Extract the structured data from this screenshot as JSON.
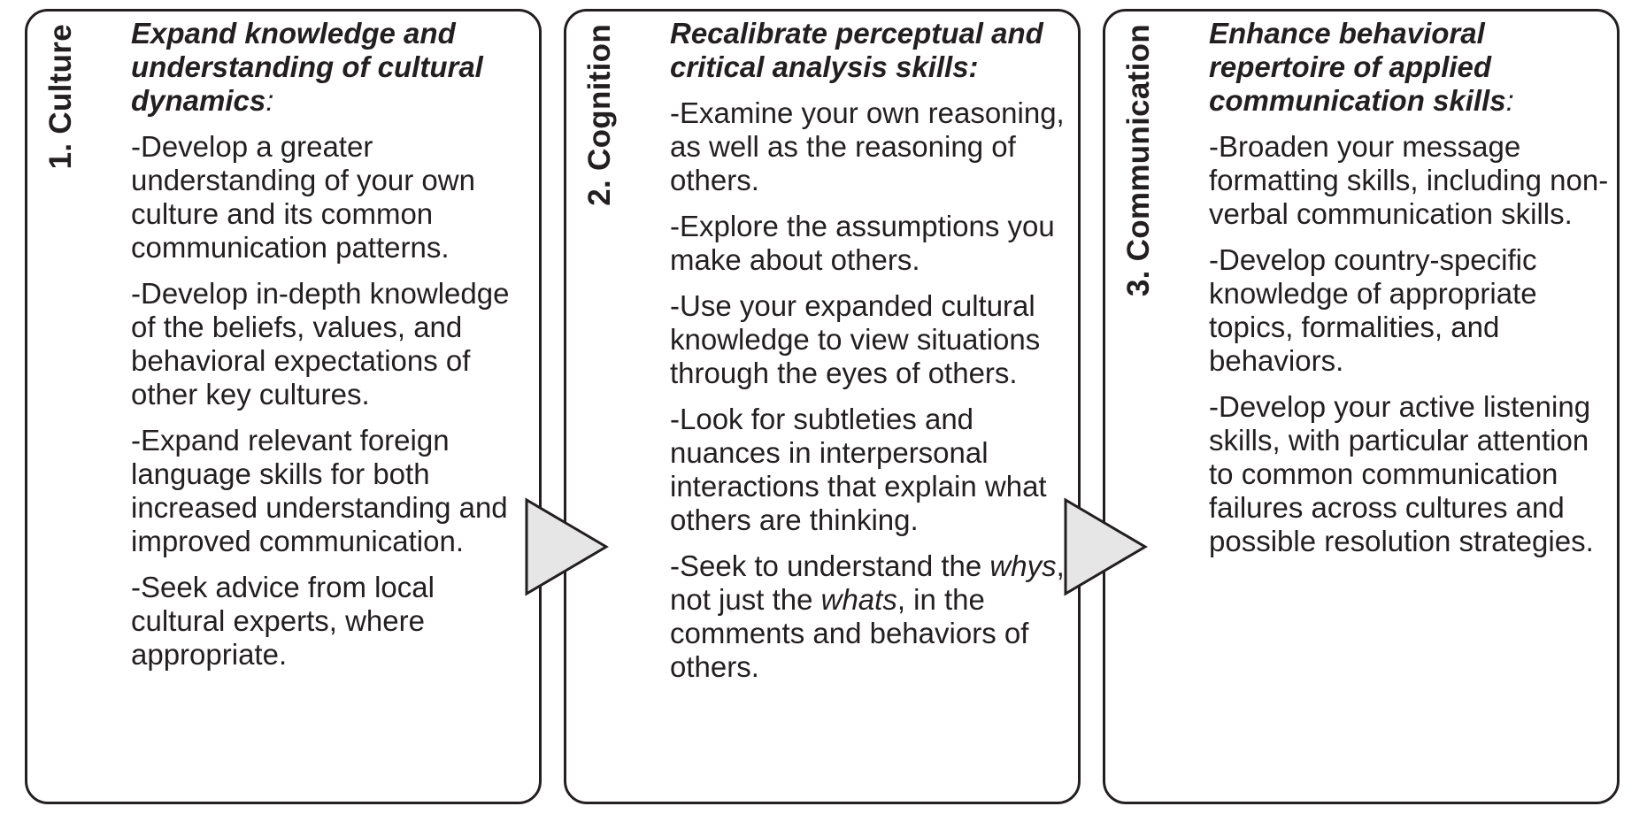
{
  "panels": [
    {
      "label": "1. Culture",
      "heading": "Expand knowledge and understanding of cultural dynamics",
      "heading_suffix": ":",
      "items": [
        "-Develop a greater understanding of your own culture and its common communication patterns.",
        "-Develop in-depth knowledge of the beliefs, values, and behavioral expectations of other key cultures.",
        "-Expand relevant foreign language skills for both increased understanding and improved communication.",
        "-Seek advice from local cultural experts, where appropriate."
      ]
    },
    {
      "label": "2. Cognition",
      "heading": "Recalibrate perceptual and critical analysis skills:",
      "items": [
        "-Examine your own reasoning, as well as the reasoning of others.",
        "-Explore the assumptions you make about others.",
        "-Use your expanded cultural knowledge to view situations through the eyes of others.",
        "-Look for subtleties and nuances in interpersonal interactions that explain what others are thinking."
      ],
      "last_item": {
        "part1": "-Seek to understand the ",
        "em1": "whys",
        "part2": ", not just the ",
        "em2": "whats",
        "part3": ", in the comments and behaviors of others."
      }
    },
    {
      "label": "3. Communication",
      "heading": "Enhance behavioral repertoire of applied communication skills",
      "heading_suffix": ":",
      "items": [
        "-Broaden your message formatting skills, including non-verbal communication skills.",
        "-Develop country-specific knowledge of appropriate topics, formalities, and behaviors.",
        "-Develop your active listening skills, with particular attention to common communication failures across cultures and possible resolution strategies."
      ]
    }
  ],
  "colors": {
    "border": "#231f20",
    "arrow_fill": "#e6e6e6",
    "text": "#231f20"
  }
}
